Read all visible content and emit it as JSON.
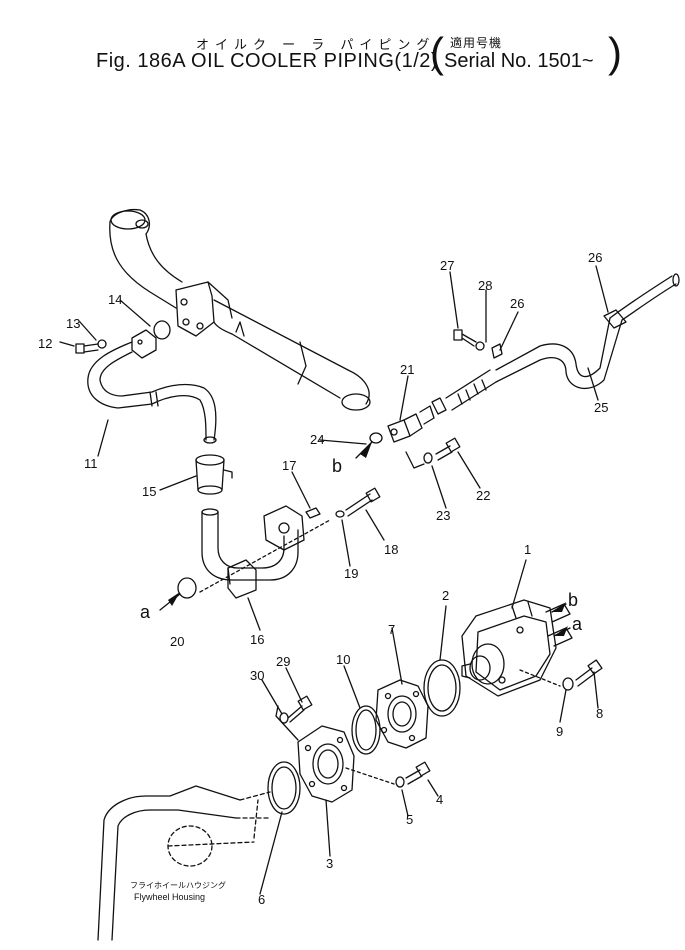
{
  "title": {
    "japanese": "オイルク ー ラ パイピング",
    "figure": "Fig. 186A OIL COOLER PIPING(1/2)",
    "serial_japanese": "適用号機",
    "serial": "Serial No. 1501~"
  },
  "housing_label": {
    "japanese": "フライホイールハウジング",
    "english": "Flywheel Housing"
  },
  "callouts": [
    "1",
    "2",
    "3",
    "4",
    "5",
    "6",
    "7",
    "8",
    "9",
    "10",
    "11",
    "12",
    "13",
    "14",
    "15",
    "16",
    "17",
    "18",
    "19",
    "20",
    "21",
    "22",
    "23",
    "24",
    "25",
    "26",
    "26",
    "27",
    "28",
    "29",
    "30"
  ],
  "connection_labels": [
    "a",
    "b",
    "a",
    "b"
  ]
}
